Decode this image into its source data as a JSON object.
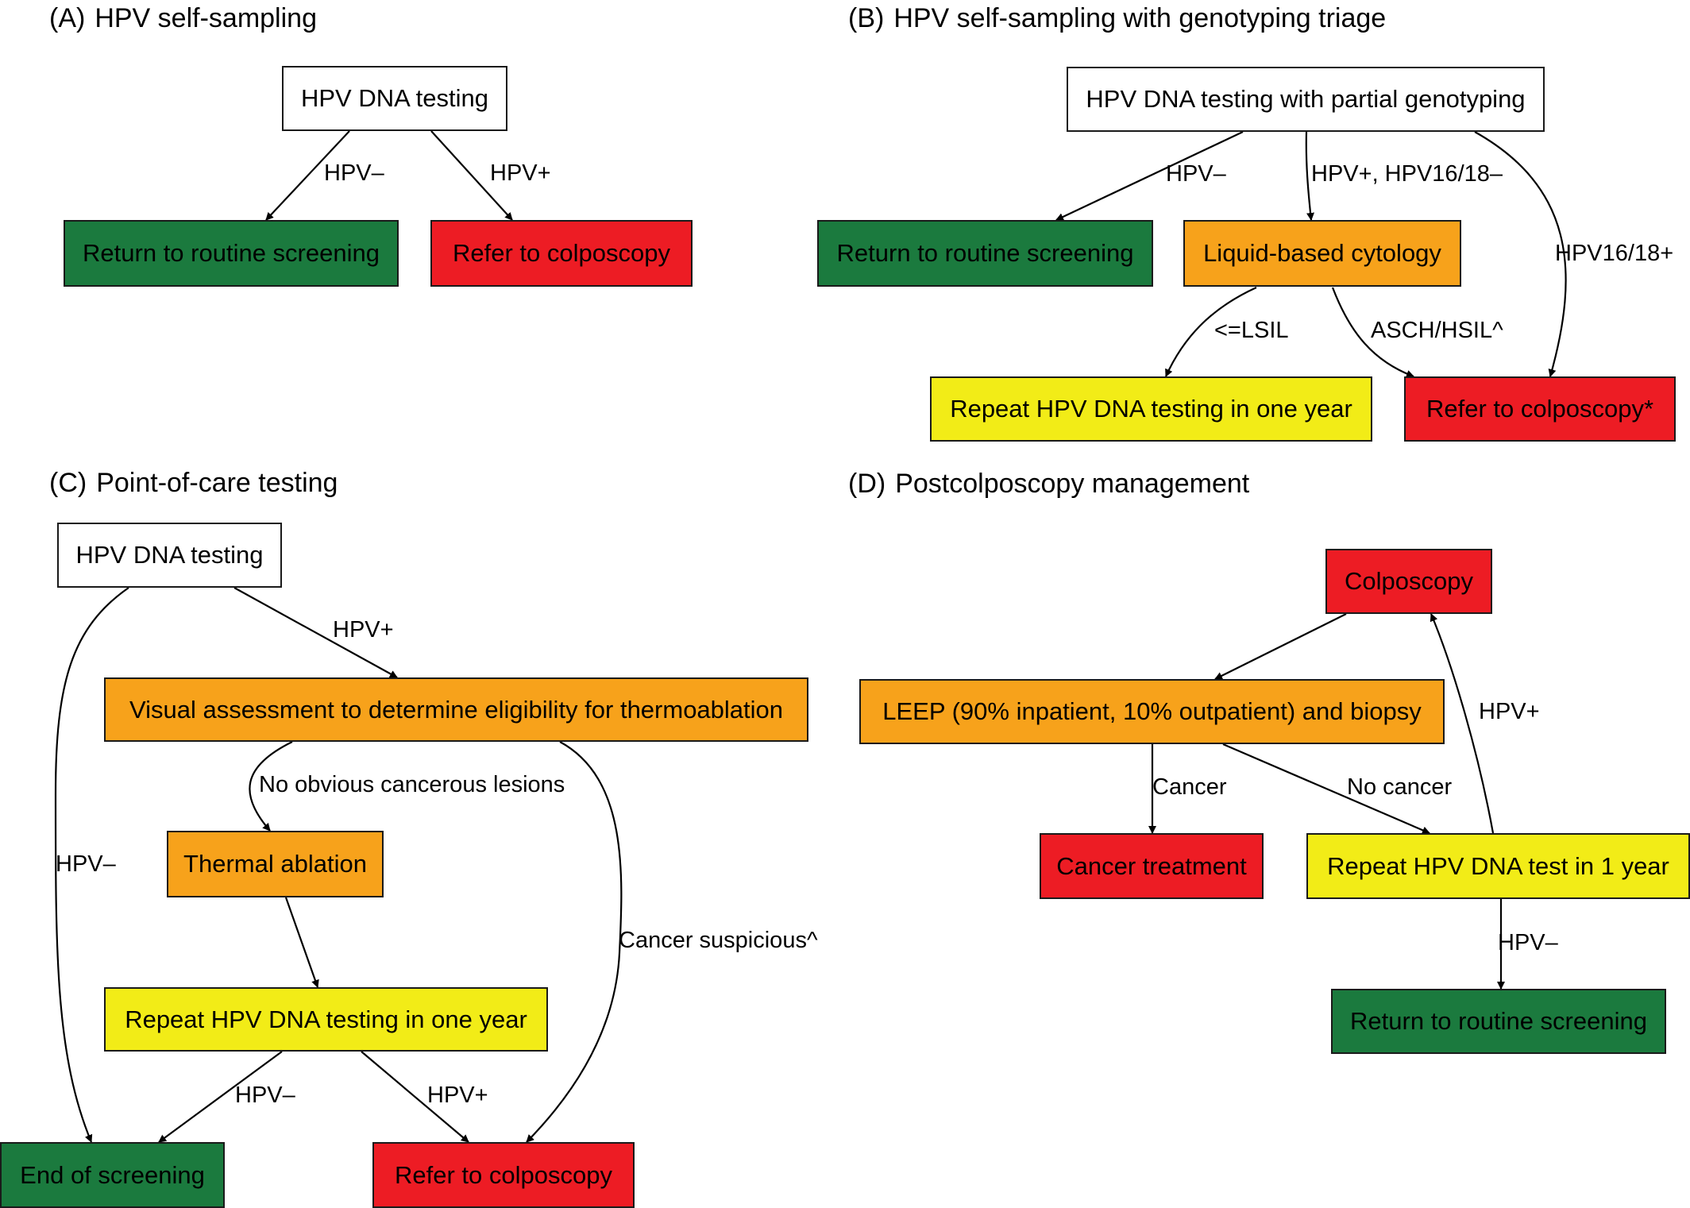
{
  "colors": {
    "white": "#ffffff",
    "green": "#1b7a3e",
    "red": "#ed1c24",
    "orange": "#f7a21b",
    "yellow": "#f2ec17"
  },
  "panels": {
    "a": {
      "tag": "(A)",
      "title": "HPV self-sampling",
      "nodes": {
        "test": "HPV DNA testing",
        "routine": "Return to routine screening",
        "colpo": "Refer to colposcopy"
      },
      "edges": {
        "neg": "HPV–",
        "pos": "HPV+"
      }
    },
    "b": {
      "tag": "(B)",
      "title": "HPV self-sampling with genotyping triage",
      "nodes": {
        "test": "HPV DNA testing with partial genotyping",
        "routine": "Return to routine screening",
        "lbc": "Liquid-based cytology",
        "repeat": "Repeat HPV DNA testing in one year",
        "colpo": "Refer to colposcopy*"
      },
      "edges": {
        "neg": "HPV–",
        "pos_other": "HPV+, HPV16/18–",
        "pos_1618": "HPV16/18+",
        "lsil": "<=LSIL",
        "hsil": "ASCH/HSIL^"
      }
    },
    "c": {
      "tag": "(C)",
      "title": "Point-of-care testing",
      "nodes": {
        "test": "HPV DNA testing",
        "visual": "Visual assessment to determine eligibility for thermoablation",
        "thermal": "Thermal ablation",
        "repeat": "Repeat HPV DNA testing in one year",
        "end": "End of screening",
        "colpo": "Refer to colposcopy"
      },
      "edges": {
        "pos": "HPV+",
        "neg": "HPV–",
        "no_lesions": "No obvious cancerous lesions",
        "suspicious": "Cancer suspicious^",
        "repeat_neg": "HPV–",
        "repeat_pos": "HPV+"
      }
    },
    "d": {
      "tag": "(D)",
      "title": "Postcolposcopy management",
      "nodes": {
        "colpo": "Colposcopy",
        "leep": "LEEP (90% inpatient, 10% outpatient) and biopsy",
        "cancer_tx": "Cancer treatment",
        "repeat": "Repeat HPV DNA test in 1 year",
        "routine": "Return to routine screening"
      },
      "edges": {
        "cancer": "Cancer",
        "no_cancer": "No cancer",
        "pos": "HPV+",
        "neg": "HPV–"
      }
    }
  }
}
